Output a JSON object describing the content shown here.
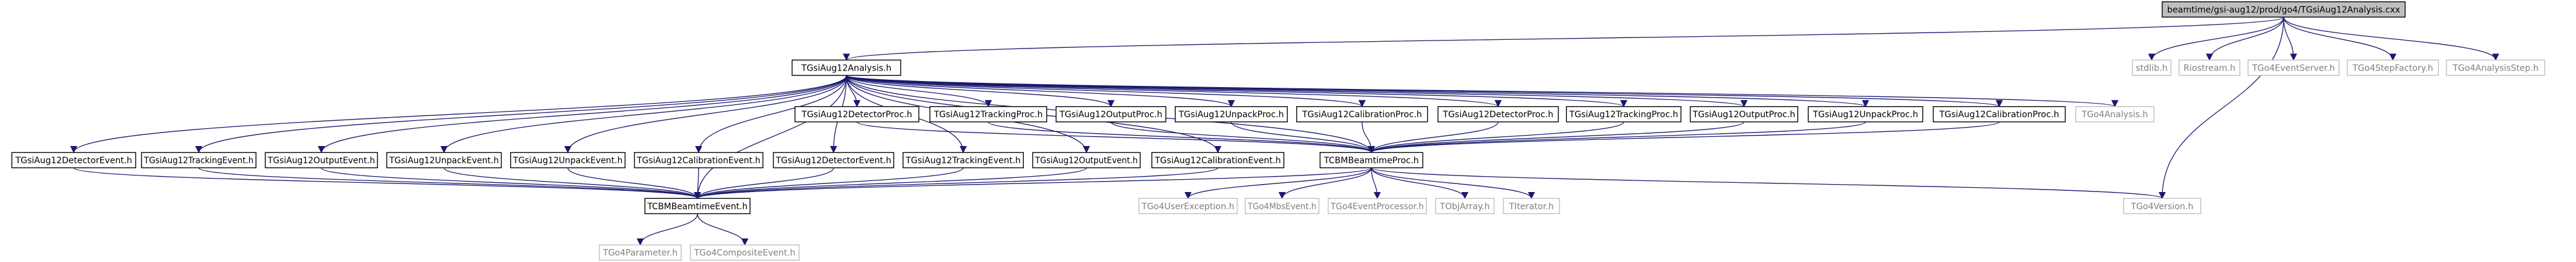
{
  "colors": {
    "edge": "#191970",
    "box_border": "#000000",
    "box_fill": "#ffffff",
    "focus_fill": "#bfbfbf",
    "label": "#000000",
    "external_border": "#bfbfbf",
    "external_label": "#7f7f7f"
  },
  "nodes": [
    {
      "id": "root",
      "label": "beamtime/gsi-aug12/prod/go4/TGsiAug12Analysis.cxx",
      "style": "focus"
    },
    {
      "id": "analysis_h",
      "label": "TGsiAug12Analysis.h",
      "style": "local"
    },
    {
      "id": "stdlib",
      "label": "stdlib.h",
      "style": "external"
    },
    {
      "id": "iostream",
      "label": "Riostream.h",
      "style": "external"
    },
    {
      "id": "eventserver",
      "label": "TGo4EventServer.h",
      "style": "external"
    },
    {
      "id": "stepfactory",
      "label": "TGo4StepFactory.h",
      "style": "external"
    },
    {
      "id": "analysisstep",
      "label": "TGo4AnalysisStep.h",
      "style": "external"
    },
    {
      "id": "go4version",
      "label": "TGo4Version.h",
      "style": "external"
    },
    {
      "id": "detproc1",
      "label": "TGsiAug12DetectorProc.h",
      "style": "local"
    },
    {
      "id": "trkproc1",
      "label": "TGsiAug12TrackingProc.h",
      "style": "local"
    },
    {
      "id": "outproc1",
      "label": "TGsiAug12OutputProc.h",
      "style": "local"
    },
    {
      "id": "unpproc1",
      "label": "TGsiAug12UnpackProc.h",
      "style": "local"
    },
    {
      "id": "calproc1",
      "label": "TGsiAug12CalibrationProc.h",
      "style": "local"
    },
    {
      "id": "detproc2",
      "label": "TGsiAug12DetectorProc.h",
      "style": "local"
    },
    {
      "id": "trkproc2",
      "label": "TGsiAug12TrackingProc.h",
      "style": "local"
    },
    {
      "id": "outproc2",
      "label": "TGsiAug12OutputProc.h",
      "style": "local"
    },
    {
      "id": "unpproc2",
      "label": "TGsiAug12UnpackProc.h",
      "style": "local"
    },
    {
      "id": "calproc2",
      "label": "TGsiAug12CalibrationProc.h",
      "style": "local"
    },
    {
      "id": "go4analysis",
      "label": "TGo4Analysis.h",
      "style": "external"
    },
    {
      "id": "detevt1",
      "label": "TGsiAug12DetectorEvent.h",
      "style": "local"
    },
    {
      "id": "trkevt1",
      "label": "TGsiAug12TrackingEvent.h",
      "style": "local"
    },
    {
      "id": "outevt1",
      "label": "TGsiAug12OutputEvent.h",
      "style": "local"
    },
    {
      "id": "unpevt1",
      "label": "TGsiAug12UnpackEvent.h",
      "style": "local"
    },
    {
      "id": "unpevt2",
      "label": "TGsiAug12UnpackEvent.h",
      "style": "local"
    },
    {
      "id": "calevt1",
      "label": "TGsiAug12CalibrationEvent.h",
      "style": "local"
    },
    {
      "id": "detevt2",
      "label": "TGsiAug12DetectorEvent.h",
      "style": "local"
    },
    {
      "id": "trkevt2",
      "label": "TGsiAug12TrackingEvent.h",
      "style": "local"
    },
    {
      "id": "outevt2",
      "label": "TGsiAug12OutputEvent.h",
      "style": "local"
    },
    {
      "id": "calevt2",
      "label": "TGsiAug12CalibrationEvent.h",
      "style": "local"
    },
    {
      "id": "beamproc",
      "label": "TCBMBeamtimeProc.h",
      "style": "local"
    },
    {
      "id": "beamevent",
      "label": "TCBMBeamtimeEvent.h",
      "style": "local"
    },
    {
      "id": "userexc",
      "label": "TGo4UserException.h",
      "style": "external"
    },
    {
      "id": "mbsevent",
      "label": "TGo4MbsEvent.h",
      "style": "external"
    },
    {
      "id": "eventproc",
      "label": "TGo4EventProcessor.h",
      "style": "external"
    },
    {
      "id": "objarray",
      "label": "TObjArray.h",
      "style": "external"
    },
    {
      "id": "titerator",
      "label": "TIterator.h",
      "style": "external"
    },
    {
      "id": "parameter",
      "label": "TGo4Parameter.h",
      "style": "external"
    },
    {
      "id": "compevent",
      "label": "TGo4CompositeEvent.h",
      "style": "external"
    }
  ],
  "edges": [
    [
      "root",
      "analysis_h"
    ],
    [
      "root",
      "stdlib"
    ],
    [
      "root",
      "iostream"
    ],
    [
      "root",
      "eventserver"
    ],
    [
      "root",
      "stepfactory"
    ],
    [
      "root",
      "analysisstep"
    ],
    [
      "root",
      "go4version"
    ],
    [
      "analysis_h",
      "detproc1"
    ],
    [
      "analysis_h",
      "trkproc1"
    ],
    [
      "analysis_h",
      "outproc1"
    ],
    [
      "analysis_h",
      "unpproc1"
    ],
    [
      "analysis_h",
      "calproc1"
    ],
    [
      "analysis_h",
      "detproc2"
    ],
    [
      "analysis_h",
      "trkproc2"
    ],
    [
      "analysis_h",
      "outproc2"
    ],
    [
      "analysis_h",
      "unpproc2"
    ],
    [
      "analysis_h",
      "calproc2"
    ],
    [
      "analysis_h",
      "go4analysis"
    ],
    [
      "analysis_h",
      "detevt1"
    ],
    [
      "analysis_h",
      "trkevt1"
    ],
    [
      "analysis_h",
      "outevt1"
    ],
    [
      "analysis_h",
      "unpevt1"
    ],
    [
      "analysis_h",
      "unpevt2"
    ],
    [
      "analysis_h",
      "calevt1"
    ],
    [
      "analysis_h",
      "detevt2"
    ],
    [
      "analysis_h",
      "trkevt2"
    ],
    [
      "analysis_h",
      "outevt2"
    ],
    [
      "analysis_h",
      "calevt2"
    ],
    [
      "analysis_h",
      "beamproc"
    ],
    [
      "analysis_h",
      "beamevent"
    ],
    [
      "detproc1",
      "beamproc"
    ],
    [
      "trkproc1",
      "beamproc"
    ],
    [
      "outproc1",
      "beamproc"
    ],
    [
      "unpproc1",
      "beamproc"
    ],
    [
      "calproc1",
      "beamproc"
    ],
    [
      "detproc2",
      "beamproc"
    ],
    [
      "trkproc2",
      "beamproc"
    ],
    [
      "outproc2",
      "beamproc"
    ],
    [
      "unpproc2",
      "beamproc"
    ],
    [
      "calproc2",
      "beamproc"
    ],
    [
      "detevt1",
      "beamevent"
    ],
    [
      "trkevt1",
      "beamevent"
    ],
    [
      "outevt1",
      "beamevent"
    ],
    [
      "unpevt1",
      "beamevent"
    ],
    [
      "unpevt2",
      "beamevent"
    ],
    [
      "calevt1",
      "beamevent"
    ],
    [
      "detevt2",
      "beamevent"
    ],
    [
      "trkevt2",
      "beamevent"
    ],
    [
      "outevt2",
      "beamevent"
    ],
    [
      "calevt2",
      "beamevent"
    ],
    [
      "beamproc",
      "beamevent"
    ],
    [
      "beamproc",
      "userexc"
    ],
    [
      "beamproc",
      "mbsevent"
    ],
    [
      "beamproc",
      "eventproc"
    ],
    [
      "beamproc",
      "objarray"
    ],
    [
      "beamproc",
      "titerator"
    ],
    [
      "beamproc",
      "go4version"
    ],
    [
      "beamevent",
      "parameter"
    ],
    [
      "beamevent",
      "compevent"
    ]
  ]
}
